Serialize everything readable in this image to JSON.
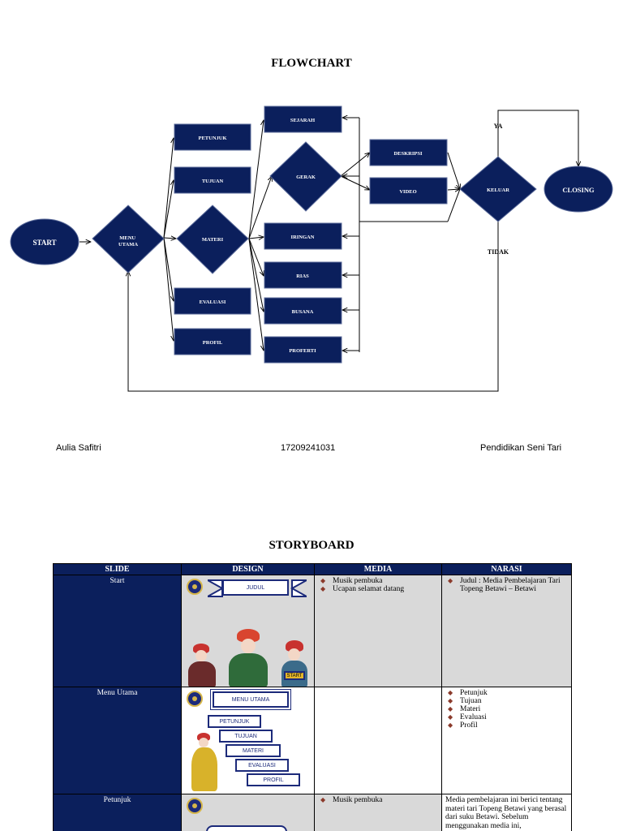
{
  "flowchart": {
    "title": "FLOWCHART",
    "nodes": {
      "start": "START",
      "menu_utama": "MENU UTAMA",
      "petunjuk": "PETUNJUK",
      "tujuan": "TUJUAN",
      "materi": "MATERI",
      "evaluasi": "EVALUASI",
      "profil": "PROFIL",
      "sejarah": "SEJARAH",
      "gerak": "GERAK",
      "iringan": "IRINGAN",
      "rias": "RIAS",
      "busana": "BUSANA",
      "properti": "PROFERTI",
      "deskripsi": "DESKRIPSI",
      "video": "VIDEO",
      "keluar": "KELUAR",
      "closing": "CLOSING"
    },
    "labels": {
      "ya": "YA",
      "tidak": "TIDAK"
    },
    "colors": {
      "node": "#0b1f5c",
      "node_text": "#ffffff"
    }
  },
  "footer": {
    "name": "Aulia Safitri",
    "nim": "17209241031",
    "program": "Pendidikan Seni Tari"
  },
  "storyboard": {
    "title": "STORYBOARD",
    "headers": [
      "SLIDE",
      "DESIGN",
      "MEDIA",
      "NARASI"
    ],
    "rows": [
      {
        "slide": "Start",
        "media": [
          "Musik pembuka",
          "Ucapan selamat datang"
        ],
        "narasi_list": [
          "Judul : Media Pembelajaran Tari Topeng Betawi – Betawi"
        ],
        "design": {
          "banner": "JUDUL",
          "start_button": "START"
        }
      },
      {
        "slide": "Menu Utama",
        "media": [],
        "narasi_list": [
          "Petunjuk",
          "Tujuan",
          "Materi",
          "Evaluasi",
          "Profil"
        ],
        "design": {
          "banner": "MENU UTAMA",
          "buttons": [
            "PETUNJUK",
            "TUJUAN",
            "MATERI",
            "EVALUASI",
            "PROFIL"
          ]
        }
      },
      {
        "slide": "Petunjuk",
        "media": [
          "Musik pembuka"
        ],
        "narasi_text": "Media pembelajaran ini berici tentang materi tari Topeng Betawi yang berasal dari suku Betawi. Sebelum menggunakan media ini,"
      }
    ],
    "colors": {
      "header": "#0b1f5c",
      "gray": "#d9d9d9"
    }
  }
}
